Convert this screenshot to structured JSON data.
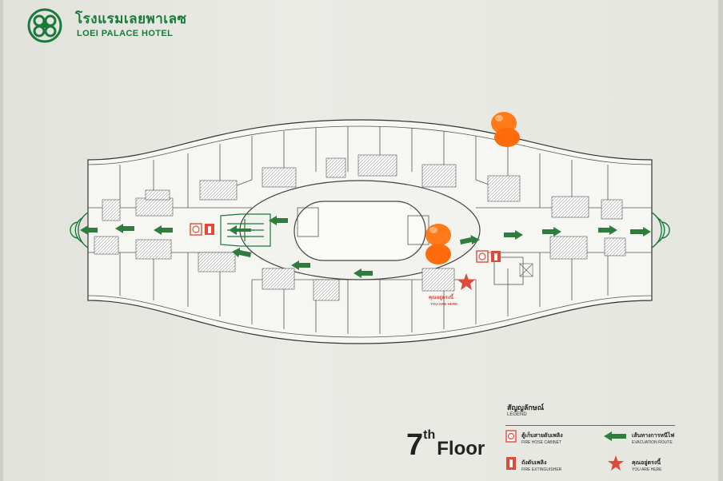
{
  "header": {
    "hotel_name_th": "โรงแรมเลยพาเลซ",
    "hotel_name_en": "LOEI PALACE HOTEL"
  },
  "floor": {
    "number": "7",
    "suffix": "th",
    "word": "Floor"
  },
  "you_are_here": {
    "th": "คุณอยู่ตรงนี้",
    "en": "YOU ARE HERE"
  },
  "legend": {
    "title_th": "สัญญลักษณ์",
    "title_en": "LEGEND",
    "items": [
      {
        "th": "ตู้เก็บสายดับเพลิง",
        "en": "FIRE HOSE CABINET",
        "icon": "fire-hose-cabinet-icon"
      },
      {
        "th": "เส้นทางการหนีไฟ",
        "en": "EVACUATION ROUTE",
        "icon": "evacuation-arrow-icon"
      },
      {
        "th": "ถังดับเพลิง",
        "en": "FIRE EXTINGUISHER",
        "icon": "fire-extinguisher-icon"
      },
      {
        "th": "คุณอยู่ตรงนี้",
        "en": "YOU ARE HERE",
        "icon": "star-icon"
      }
    ]
  },
  "colors": {
    "brand_green": "#1a7a3a",
    "route_green": "#2e7d3e",
    "marker_red": "#e04a3a",
    "pin_orange": "#ff7a1a"
  }
}
